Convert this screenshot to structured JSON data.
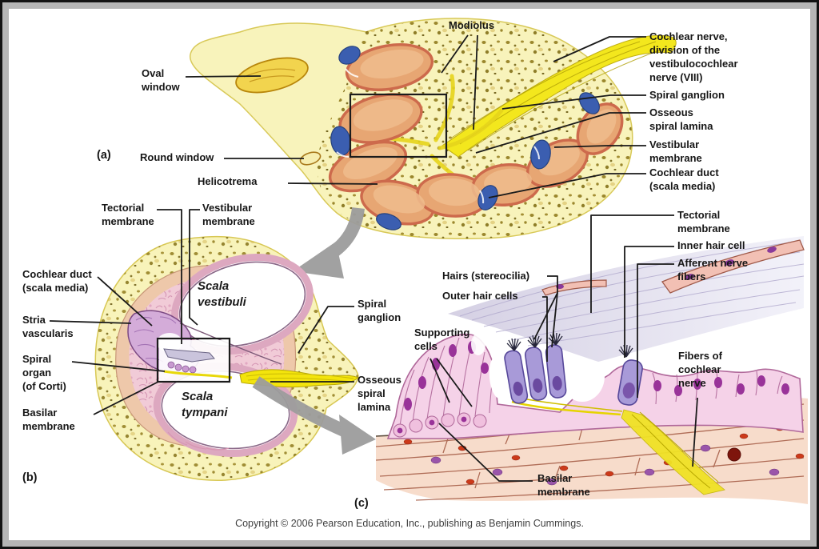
{
  "figure": {
    "title_semantic": "Anatomy of the cochlea (inner ear) - three panel figure",
    "copyright": "Copyright © 2006 Pearson Education, Inc., publishing as Benjamin Cummings.",
    "panels": {
      "a": "(a)",
      "b": "(b)",
      "c": "(c)"
    }
  },
  "panel_a": {
    "labels": {
      "oval_window": "Oval\nwindow",
      "round_window": "Round window",
      "helicotrema": "Helicotrema",
      "modiolus": "Modiolus",
      "cochlear_nerve": "Cochlear nerve,\ndivision of the\nvestibulocochlear\nnerve (VIII)",
      "spiral_ganglion": "Spiral ganglion",
      "osseous_spiral_lamina": "Osseous\nspiral lamina",
      "vestibular_membrane": "Vestibular\nmembrane",
      "cochlear_duct": "Cochlear duct\n(scala media)"
    }
  },
  "panel_b": {
    "labels": {
      "tectorial_membrane": "Tectorial\nmembrane",
      "vestibular_membrane": "Vestibular\nmembrane",
      "cochlear_duct": "Cochlear duct\n(scala media)",
      "stria_vascularis": "Stria\nvascularis",
      "spiral_organ": "Spiral\norgan\n(of Corti)",
      "basilar_membrane": "Basilar\nmembrane",
      "scala_vestibuli": "Scala\nvestibuli",
      "scala_tympani": "Scala\ntympani",
      "spiral_ganglion": "Spiral\nganglion",
      "osseous_spiral_lamina": "Osseous\nspiral\nlamina"
    }
  },
  "panel_c": {
    "labels": {
      "hairs_stereocilia": "Hairs (stereocilia)",
      "outer_hair_cells": "Outer hair cells",
      "supporting_cells": "Supporting\ncells",
      "tectorial_membrane": "Tectorial\nmembrane",
      "inner_hair_cell": "Inner hair cell",
      "afferent_nerve_fibers": "Afferent nerve\nfibers",
      "fibers_of_cochlear_nerve": "Fibers of\ncochlear\nnerve",
      "basilar_membrane": "Basilar\nmembrane"
    }
  },
  "colors": {
    "bone_pale_yellow": "#f8f3ba",
    "bone_speckle": "#86700f",
    "nerve_yellow": "#f3e71d",
    "chamber_tan": "#e7a673",
    "chamber_edge_salmon": "#cd6a4c",
    "duct_blue": "#3b5eb0",
    "tissue_pink": "#f1cbd7",
    "duct_purple": "#d4acd9",
    "supporting_cell_pink": "#f5d2e8",
    "hair_cell_purple": "#a89ad8",
    "tectorial_lavender": "#d3cee2",
    "basilar_tissue": "#f7dccb",
    "arrow_gray": "#9c9c9c",
    "label_black": "#161616",
    "frame_gray": "#b5b5b5"
  }
}
